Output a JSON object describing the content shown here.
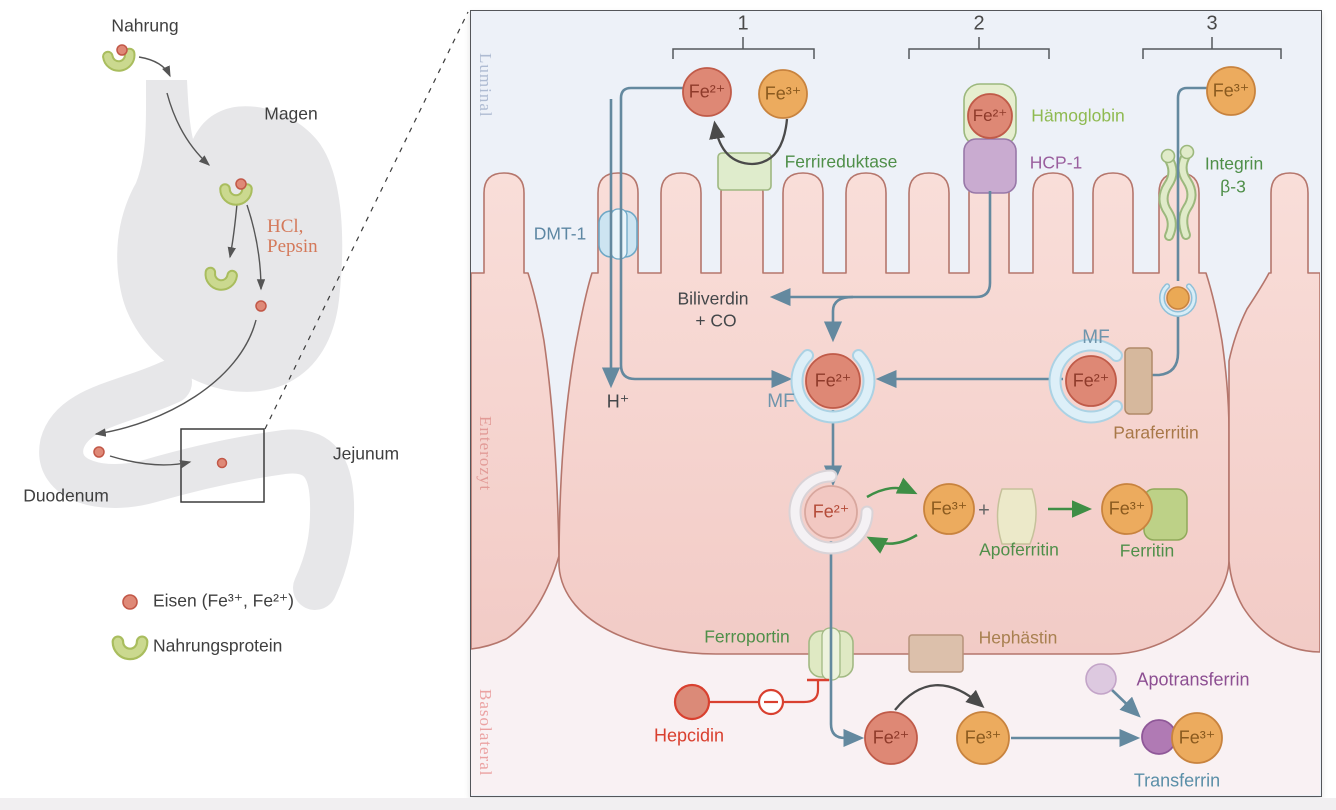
{
  "left_figure": {
    "labels": {
      "nahrung": "Nahrung",
      "magen": "Magen",
      "hcl_pepsin_line1": "HCl,",
      "hcl_pepsin_line2": "Pepsin",
      "duodenum": "Duodenum",
      "jejunum": "Jejunum"
    },
    "legend": {
      "iron": "Eisen (Fe³⁺, Fe²⁺)",
      "protein": "Nahrungsprotein"
    }
  },
  "panel": {
    "zones": {
      "luminal": "Luminal",
      "enterozyt": "Enterozyt",
      "basolateral": "Basolateral"
    },
    "steps": [
      "1",
      "2",
      "3"
    ],
    "ions": {
      "fe2": "Fe²⁺",
      "fe3": "Fe³⁺",
      "h_plus": "H⁺",
      "plus": "+"
    },
    "labels": {
      "ferrireduktase": "Ferrireduktase",
      "dmt1": "DMT-1",
      "haemoglobin": "Hämoglobin",
      "hcp1": "HCP-1",
      "integrin_line1": "Integrin",
      "integrin_line2": "β-3",
      "biliverdin_line1": "Biliverdin",
      "biliverdin_line2": "+ CO",
      "mf": "MF",
      "paraferritin": "Paraferritin",
      "apoferritin": "Apoferritin",
      "ferritin": "Ferritin",
      "ferroportin": "Ferroportin",
      "hephaestin": "Hephästin",
      "hepcidin": "Hepcidin",
      "apotransferrin": "Apotransferrin",
      "transferrin": "Transferrin"
    },
    "colors": {
      "fe2_fill": "#de8875",
      "fe3_fill": "#ecab5e",
      "line_blue": "#64899f",
      "enzyme_green": "#4f8f49",
      "hcp1_purple": "#9a5f9e",
      "hepcidin_red": "#d9402f",
      "paraferritin_brown": "#a87848",
      "cell_pink": "#f6d4cf",
      "luminal_bg": "#edf1f8",
      "basolateral_bg": "#f9f1f3"
    }
  }
}
